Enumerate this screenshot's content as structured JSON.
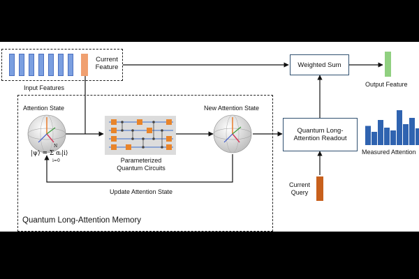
{
  "input_features_label": "Input Features",
  "current_feature_label": [
    "Current",
    "Feature"
  ],
  "weighted_sum_label": "Weighted Sum",
  "output_feature_label": "Output Feature",
  "attention_state_label": "Attention State",
  "new_attention_state_label": "New Attention State",
  "pqc_label": [
    "Parameterized",
    "Quantum Circuits"
  ],
  "update_label": "Update Attention State",
  "readout_label": [
    "Quantum Long-",
    "Attention Readout"
  ],
  "measured_label": "Measured Attention",
  "current_query_label": [
    "Current",
    "Query"
  ],
  "memory_label": "Quantum Long-Attention Memory",
  "equation": "|ψ⟩ = Σ αᵢ|i⟩",
  "equation_upper": "N",
  "equation_lower": "i=0",
  "bar_heights": [
    0.55,
    0.38,
    0.72,
    0.5,
    0.42,
    1.0,
    0.6,
    0.78,
    0.48
  ],
  "colors": {
    "feature_blue": "#7b9fe0",
    "current_orange": "#f0a070",
    "output_green": "#90d080",
    "query_orange": "#c8601c",
    "measured_blue": "#2f63b0",
    "box_border": "#2f4f6f",
    "gate_orange": "#e8842a"
  }
}
